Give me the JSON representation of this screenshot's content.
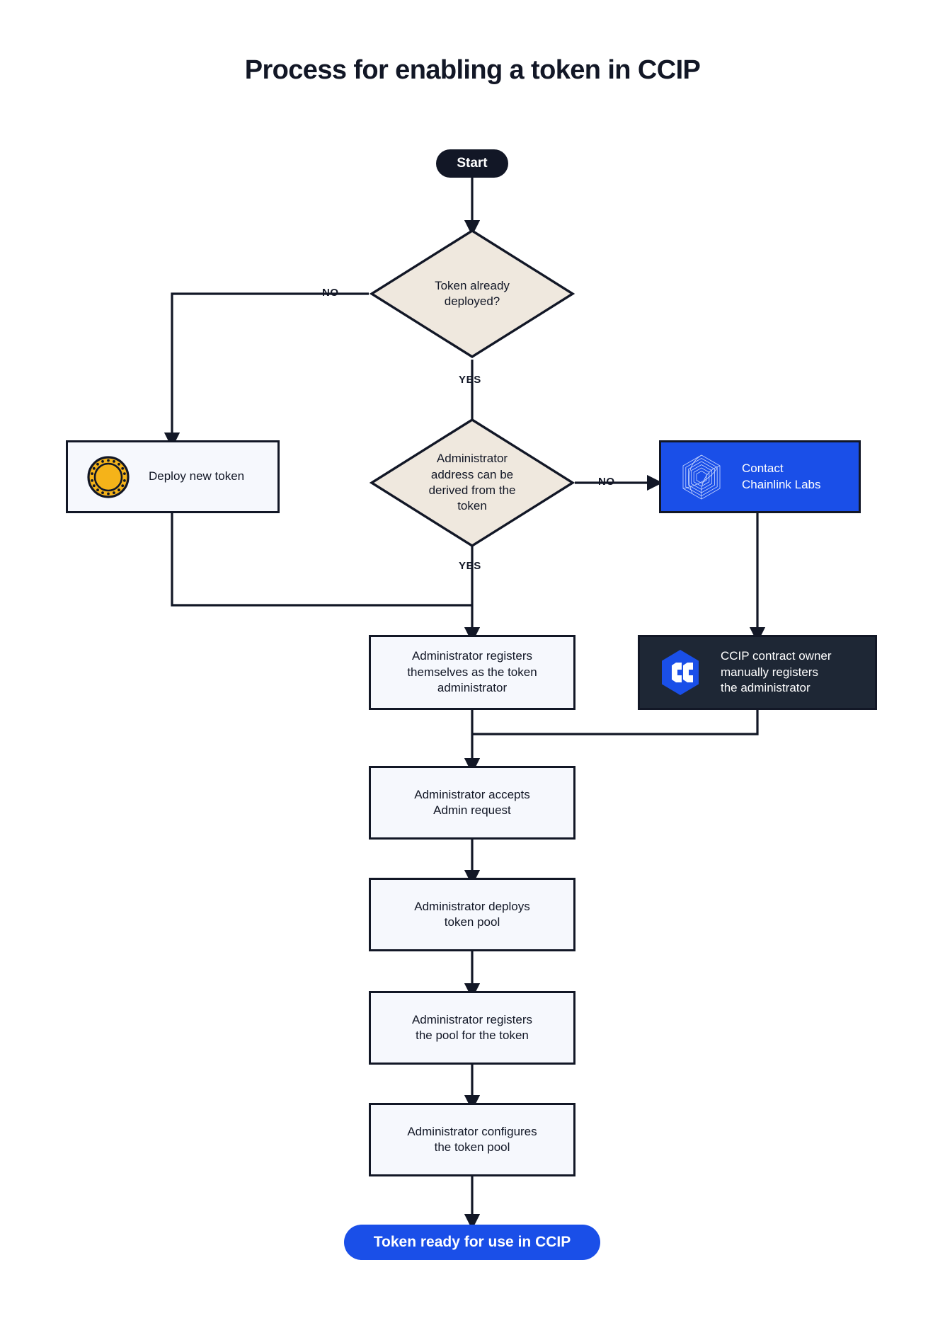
{
  "title": "Process for enabling a token in CCIP",
  "colors": {
    "ink": "#121726",
    "box_fill": "#F6F8FD",
    "diamond_fill": "#EFE8DE",
    "brand_blue": "#1A4FE8",
    "dark_navy": "#1E2735",
    "coin_gold": "#F5B319",
    "white": "#FFFFFF"
  },
  "nodes": {
    "start": {
      "label": "Start",
      "shape": "pill"
    },
    "decision_deployed": {
      "label": "Token already\ndeployed?",
      "shape": "diamond"
    },
    "deploy_new_token": {
      "label": "Deploy new token",
      "shape": "process",
      "icon": "gold-coin-icon"
    },
    "decision_admin_derived": {
      "label": "Administrator\naddress can be\nderived from the\ntoken",
      "shape": "diamond"
    },
    "contact_chainlink_labs": {
      "label": "Contact\nChainlink Labs",
      "shape": "process",
      "icon": "chainlink-hex-logo-icon"
    },
    "admin_registers_self": {
      "label": "Administrator registers\nthemselves as the token\nadministrator",
      "shape": "process"
    },
    "ccip_owner_registers": {
      "label": "CCIP contract owner\nmanually registers\nthe administrator",
      "shape": "process",
      "icon": "ccip-hex-logo-icon"
    },
    "admin_accepts": {
      "label": "Administrator accepts\nAdmin request",
      "shape": "process"
    },
    "admin_deploys_pool": {
      "label": "Administrator deploys\ntoken pool",
      "shape": "process"
    },
    "admin_registers_pool": {
      "label": "Administrator registers\nthe pool for the token",
      "shape": "process"
    },
    "admin_configures_pool": {
      "label": "Administrator configures\nthe token pool",
      "shape": "process"
    },
    "end": {
      "label": "Token ready for use in CCIP",
      "shape": "pill"
    }
  },
  "edge_labels": {
    "deployed_no": "NO",
    "deployed_yes": "YES",
    "admin_derived_no": "NO",
    "admin_derived_yes": "YES"
  },
  "edges": [
    {
      "from": "start",
      "to": "decision_deployed",
      "label": ""
    },
    {
      "from": "decision_deployed",
      "to": "deploy_new_token",
      "label": "NO"
    },
    {
      "from": "decision_deployed",
      "to": "decision_admin_derived",
      "label": "YES"
    },
    {
      "from": "decision_admin_derived",
      "to": "contact_chainlink_labs",
      "label": "NO"
    },
    {
      "from": "decision_admin_derived",
      "to": "admin_registers_self",
      "label": "YES"
    },
    {
      "from": "deploy_new_token",
      "to": "admin_registers_self",
      "label": ""
    },
    {
      "from": "contact_chainlink_labs",
      "to": "ccip_owner_registers",
      "label": ""
    },
    {
      "from": "admin_registers_self",
      "to": "admin_accepts",
      "label": ""
    },
    {
      "from": "ccip_owner_registers",
      "to": "admin_accepts",
      "label": ""
    },
    {
      "from": "admin_accepts",
      "to": "admin_deploys_pool",
      "label": ""
    },
    {
      "from": "admin_deploys_pool",
      "to": "admin_registers_pool",
      "label": ""
    },
    {
      "from": "admin_registers_pool",
      "to": "admin_configures_pool",
      "label": ""
    },
    {
      "from": "admin_configures_pool",
      "to": "end",
      "label": ""
    }
  ]
}
